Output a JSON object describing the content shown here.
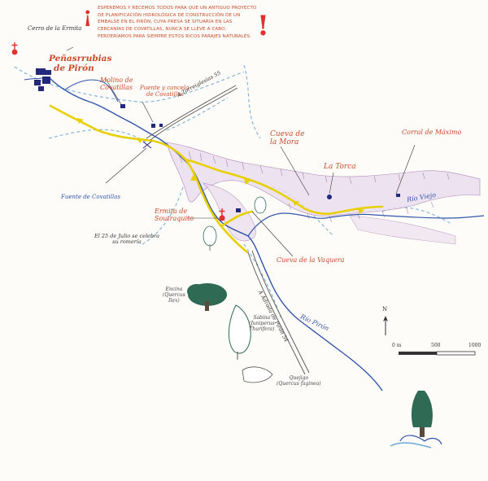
{
  "notice": {
    "line1": "Esperemos y recemos todos para que un antiguo proyecto de planificación hidrológica de construcción de un embalse en el Pirón, cuya presa se situaría en las cercanías de Covatillas, nunca se lleve a cabo.",
    "line2": "Perderíamos para siempre estos ricos parajes naturales."
  },
  "town": {
    "line1": "Peñasrrubias",
    "line2": "de Pirón"
  },
  "labels": {
    "cerro_ermita": "Cerro de la Ermita",
    "molino_1": "Molino de",
    "molino_2": "Covatillas",
    "puente_1": "Puente y cancela",
    "puente_2": "de Covatillas",
    "fuente": "Fuente de Covatillas",
    "cueva_mora_1": "Cueva de",
    "cueva_mora_2": "la Mora",
    "la_torca": "La Torca",
    "corral": "Corral de Máximo",
    "ermita_1": "Ermita de",
    "ermita_2": "Soutraquito",
    "romeria_1": "El 25 de Julio se celebra",
    "romeria_2": "su romería",
    "cueva_vaquera": "Cueva de la Vaquera",
    "rio_viejo": "Río Viejo",
    "rio_piron": "Río Pirón",
    "to_riofrio": "A Torreiglesias 55",
    "to_segovia": "A Adrada de Pirón 54",
    "encina_1": "Encina",
    "encina_2": "(Quercus",
    "encina_3": "Ilex)",
    "sabina_1": "Sabina",
    "sabina_2": "(Juniperus",
    "sabina_3": "Thurifera)",
    "quejigo_1": "Quejigo",
    "quejigo_2": "(Quercus faginea)"
  },
  "scale": {
    "north": "N",
    "t0": "0 m",
    "t1": "500",
    "t2": "1000"
  },
  "colors": {
    "river": "#3355aa",
    "path": "#e8d000",
    "cliff": "#9a6aa8",
    "text": "#c84a2a",
    "tree": "#2f6a55"
  }
}
